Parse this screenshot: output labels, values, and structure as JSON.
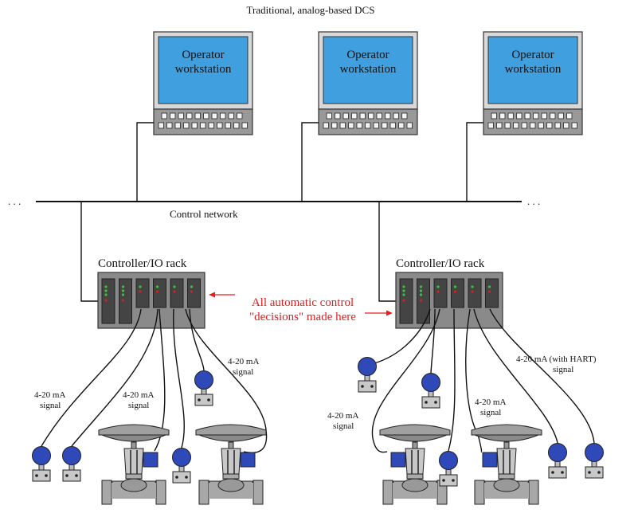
{
  "title": "Traditional, analog-based DCS",
  "network": {
    "label": "Control network",
    "left_ellipsis": ". . .",
    "right_ellipsis": ". . ."
  },
  "workstations": [
    {
      "label_line1": "Operator",
      "label_line2": "workstation"
    },
    {
      "label_line1": "Operator",
      "label_line2": "workstation"
    },
    {
      "label_line1": "Operator",
      "label_line2": "workstation"
    }
  ],
  "racks": [
    {
      "label": "Controller/IO rack"
    },
    {
      "label": "Controller/IO rack"
    }
  ],
  "annotation": {
    "line1": "All automatic control",
    "line2": "\"decisions\" made here",
    "color": "#e02020"
  },
  "signals": {
    "left_a": {
      "line1": "4-20 mA",
      "line2": "signal"
    },
    "left_b": {
      "line1": "4-20 mA",
      "line2": "signal"
    },
    "left_c": {
      "line1": "4-20 mA",
      "line2": "signal"
    },
    "right_a": {
      "line1": "4-20 mA",
      "line2": "signal"
    },
    "right_b": {
      "line1": "4-20 mA",
      "line2": "signal"
    },
    "right_c": {
      "line1": "4-20 mA (with HART)",
      "line2": "signal"
    }
  },
  "colors": {
    "screen": "#3f9fdf",
    "bezel": "#d9d9d9",
    "keyboard": "#999999",
    "rack": "#8a8a8a",
    "card": "#444444",
    "transmitter_head": "#2f49b8",
    "led_green": "#3ac43a",
    "led_red": "#d42020"
  }
}
